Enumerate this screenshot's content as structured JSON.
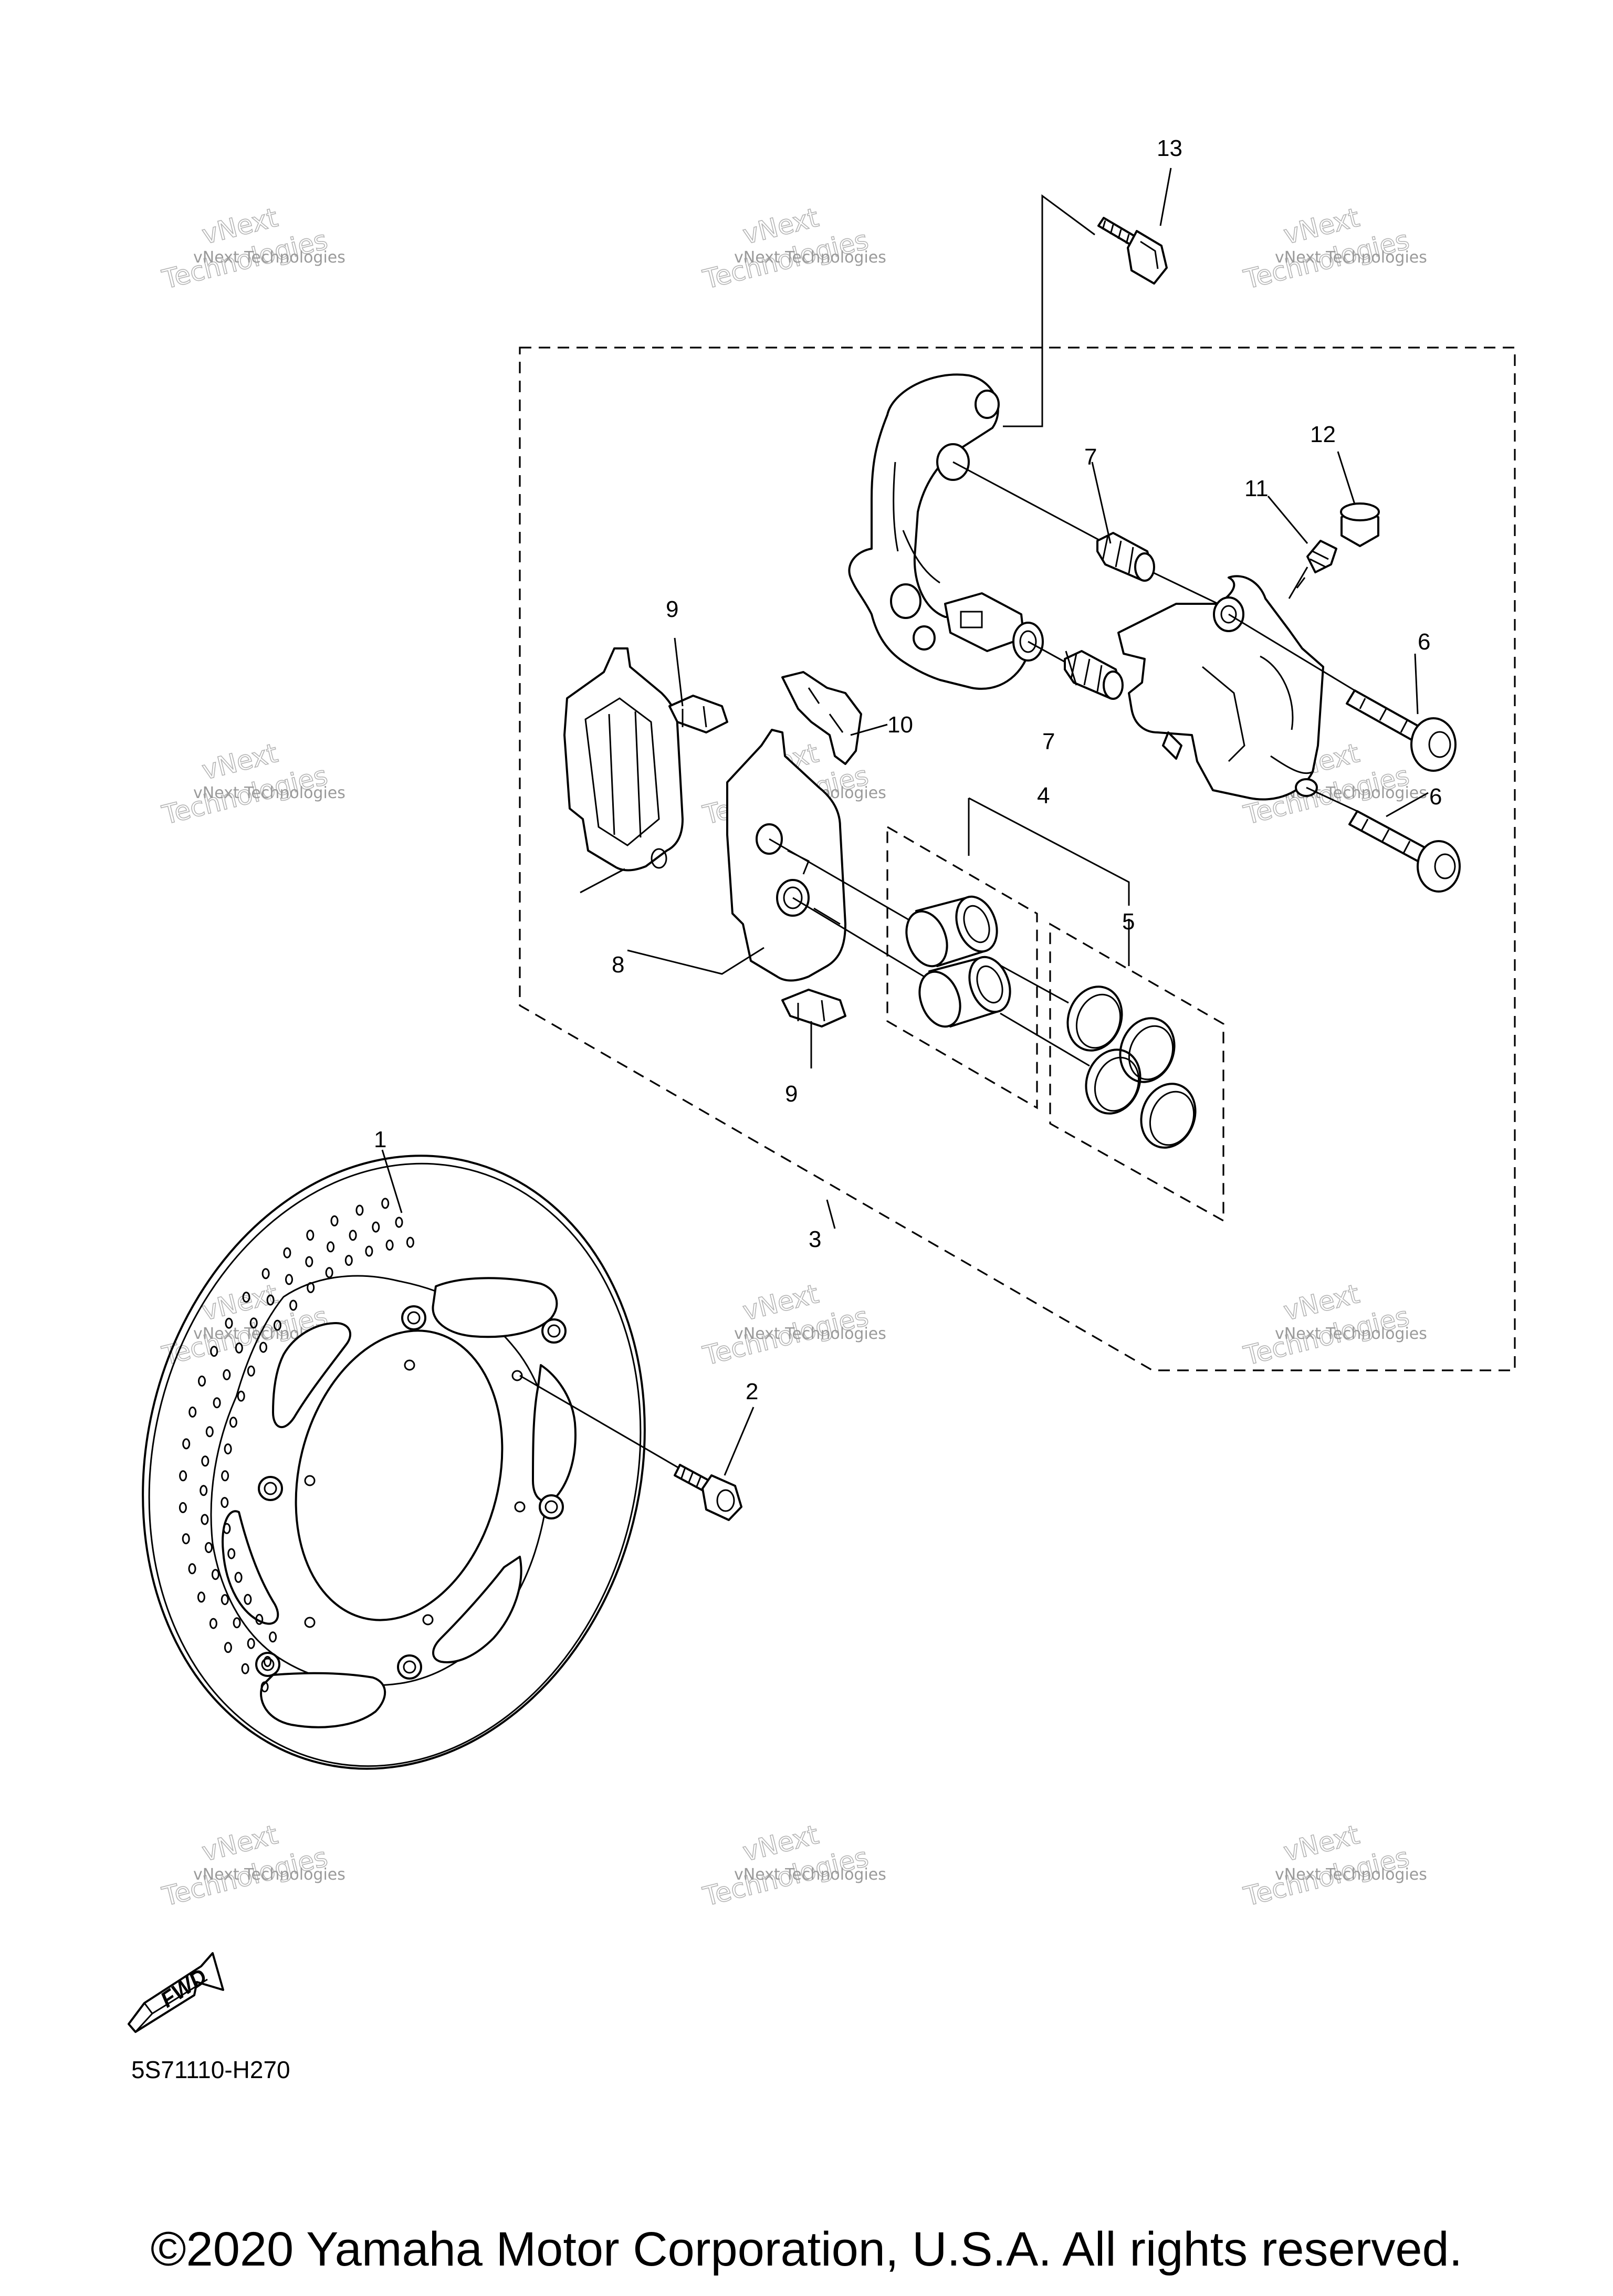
{
  "callouts": {
    "c1": "1",
    "c2": "2",
    "c3": "3",
    "c4": "4",
    "c5": "5",
    "c6a": "6",
    "c6b": "6",
    "c7a": "7",
    "c7b": "7",
    "c8": "8",
    "c9a": "9",
    "c9b": "9",
    "c10": "10",
    "c11": "11",
    "c12": "12",
    "c13": "13"
  },
  "fwd_label": "FWD",
  "diagram_code": "5S71110-H270",
  "watermark": {
    "line1": "vNext Technologies",
    "line2": "vNext",
    "line3": "Technologies"
  },
  "copyright": "©2020 Yamaha Motor Corporation, U.S.A. All rights reserved."
}
